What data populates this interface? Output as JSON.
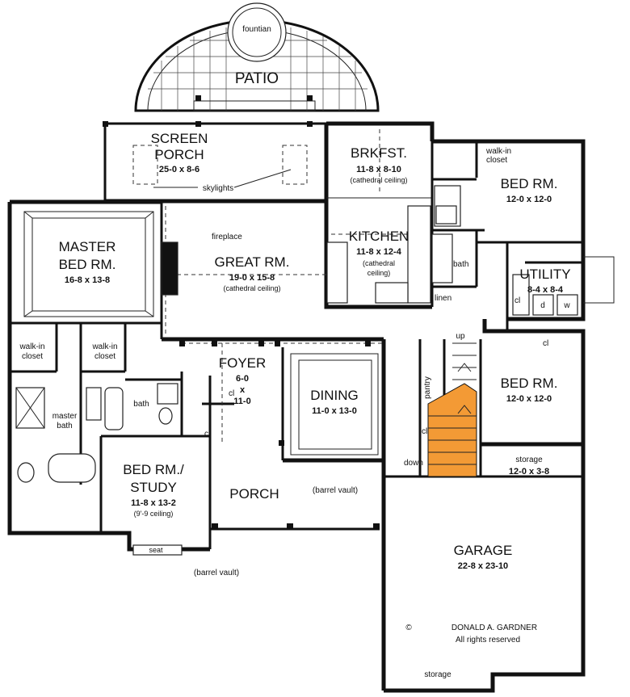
{
  "rooms": {
    "patio": {
      "name": "PATIO"
    },
    "fountain": {
      "name": "fountian"
    },
    "screen_porch": {
      "name1": "SCREEN",
      "name2": "PORCH",
      "dims": "25-0 x 8-6",
      "note": "skylights"
    },
    "breakfast": {
      "name": "BRKFST.",
      "dims": "11-8 x 8-10",
      "note": "(cathedral ceiling)"
    },
    "bed_ne": {
      "name": "BED RM.",
      "dims": "12-0 x 12-0"
    },
    "walkin_ne": {
      "line1": "walk-in",
      "line2": "closet"
    },
    "master": {
      "name1": "MASTER",
      "name2": "BED RM.",
      "dims": "16-8 x 13-8"
    },
    "great": {
      "name": "GREAT RM.",
      "dims": "19-0 x 15-8",
      "note": "(cathedral ceiling)",
      "fireplace": "fireplace"
    },
    "kitchen": {
      "name": "KITCHEN",
      "dims": "11-8 x 12-4",
      "note1": "(cathedral",
      "note2": "ceiling)"
    },
    "bath_ne": {
      "name": "bath"
    },
    "linen": {
      "name": "linen"
    },
    "utility": {
      "name": "UTILITY",
      "dims": "8-4 x 8-4",
      "cl": "cl",
      "d": "d",
      "w": "w"
    },
    "walkin_1": {
      "line1": "walk-in",
      "line2": "closet"
    },
    "walkin_2": {
      "line1": "walk-in",
      "line2": "closet"
    },
    "master_bath": {
      "line1": "master",
      "line2": "bath"
    },
    "bath_mid": {
      "name": "bath"
    },
    "foyer": {
      "name": "FOYER",
      "d1": "6-0",
      "d2": "x",
      "d3": "11-0"
    },
    "dining": {
      "name": "DINING",
      "dims": "11-0 x 13-0"
    },
    "pantry": {
      "name": "pantry"
    },
    "stair": {
      "up": "up",
      "down": "down"
    },
    "bed_e": {
      "name": "BED RM.",
      "dims": "12-0 x 12-0",
      "cl": "cl"
    },
    "bed_study": {
      "name1": "BED RM./",
      "name2": "STUDY",
      "dims": "11-8 x 13-2",
      "note": "(9'-9 ceiling)"
    },
    "porch": {
      "name": "PORCH",
      "note": "(barrel vault)"
    },
    "storage_e": {
      "name": "storage",
      "dims": "12-0 x 3-8"
    },
    "garage": {
      "name": "GARAGE",
      "dims": "22-8 x 23-10"
    },
    "storage_s": {
      "name": "storage"
    },
    "seat": {
      "name": "seat",
      "note": "(barrel vault)"
    },
    "closets": {
      "cl_foyer": "cl",
      "cl_study": "cl",
      "cl_pantry": "cl"
    }
  },
  "copyright": {
    "symbol": "©",
    "line1": "DONALD A. GARDNER",
    "line2": "All rights reserved"
  },
  "colors": {
    "stair_highlight": "#f39a35",
    "walls": "#111111",
    "background": "#ffffff"
  }
}
